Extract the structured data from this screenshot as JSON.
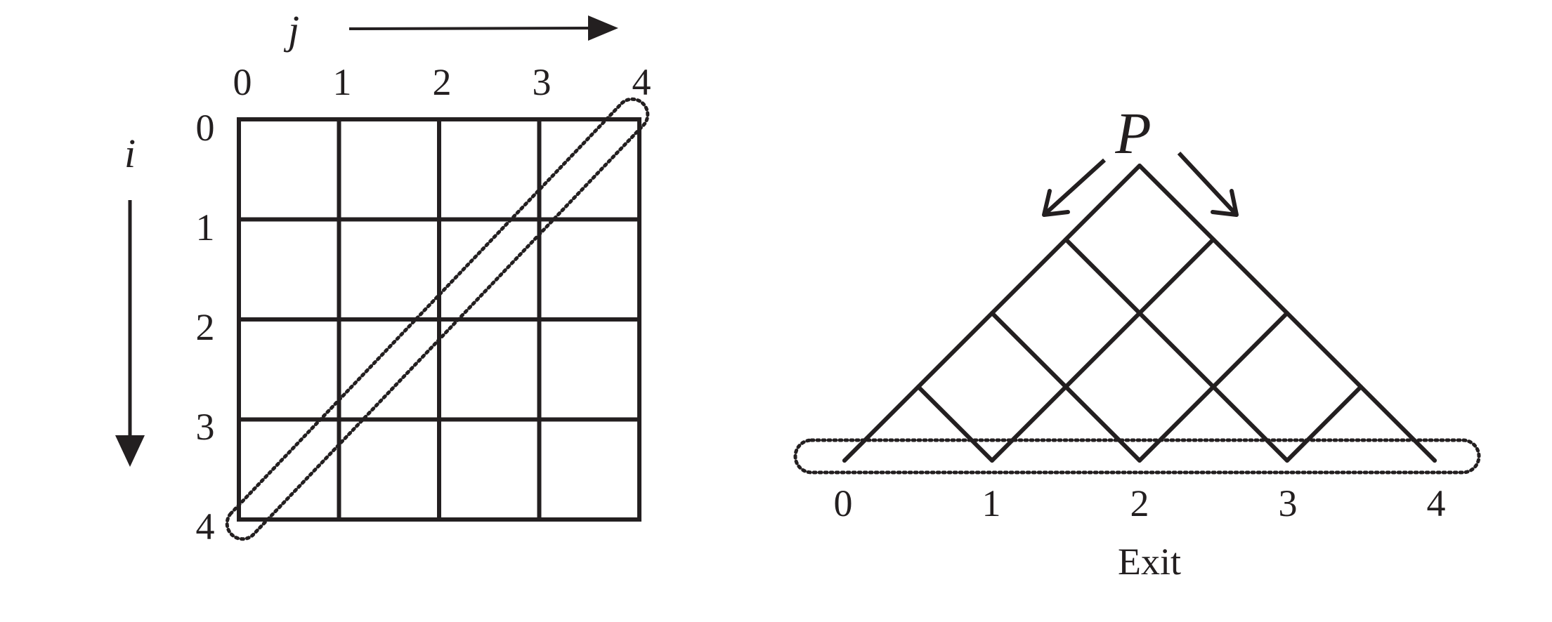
{
  "colors": {
    "ink": "#231f20",
    "background": "#ffffff"
  },
  "left_panel": {
    "row_axis_label": "i",
    "col_axis_label": "j",
    "row_labels": [
      "0",
      "1",
      "2",
      "3",
      "4"
    ],
    "col_labels": [
      "0",
      "1",
      "2",
      "3",
      "4"
    ]
  },
  "right_panel": {
    "apex_label": "P",
    "exit_labels": [
      "0",
      "1",
      "2",
      "3",
      "4"
    ],
    "exit_caption": "Exit"
  }
}
